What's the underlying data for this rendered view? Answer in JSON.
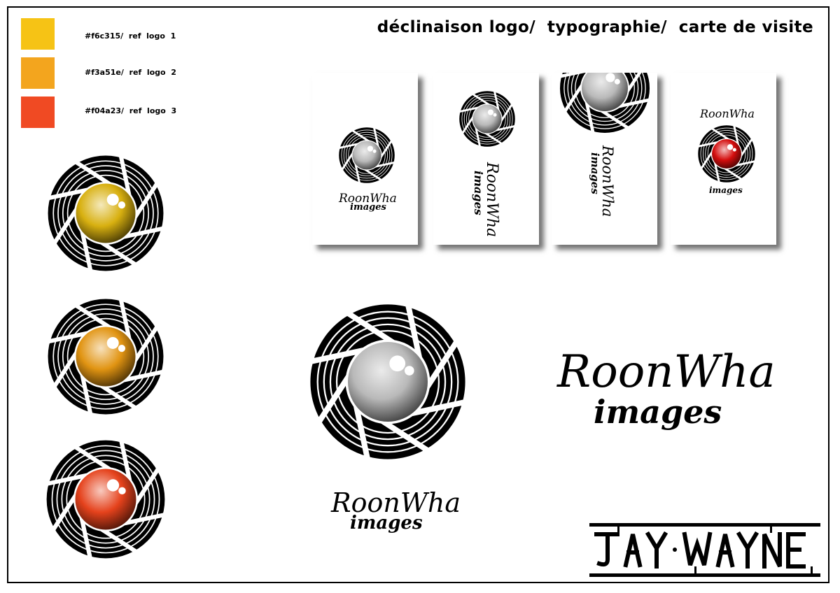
{
  "sheet": {
    "title": "déclinaison logo/  typographie/  carte de visite"
  },
  "palette": [
    {
      "color": "#f6c315",
      "label": "#f6c315/  ref  logo  1"
    },
    {
      "color": "#f3a51e",
      "label": "#f3a51e/  ref  logo  2"
    },
    {
      "color": "#f04a23",
      "label": "#f04a23/  ref  logo  3"
    }
  ],
  "logo_icon": "camera-aperture-icon",
  "logo_variants": [
    {
      "lens_color": "#d8b010",
      "lens_name": "yellow"
    },
    {
      "lens_color": "#e19412",
      "lens_name": "orange"
    },
    {
      "lens_color": "#e5421c",
      "lens_name": "red-orange"
    }
  ],
  "main_lens_color": "#b9b9b9",
  "brand": {
    "name": "RoonWha",
    "tagline": "images"
  },
  "cards": [
    {
      "variant": "centered-logo",
      "lens_color": "#b9b9b9"
    },
    {
      "variant": "logo-top-vertical-text",
      "lens_color": "#b9b9b9"
    },
    {
      "variant": "cropped-logo-vertical-text",
      "lens_color": "#b9b9b9"
    },
    {
      "variant": "red-lens",
      "lens_color": "#d40d0d"
    }
  ],
  "signature_icon": "jay-wayne-signature-logo"
}
